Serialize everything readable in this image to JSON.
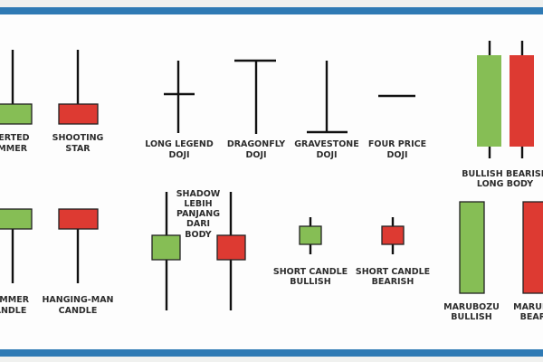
{
  "colors": {
    "bullish": "#86be55",
    "bearish": "#dd3a32",
    "frame_bar": "#2f7ab4",
    "wick": "#111111",
    "background": "#fdfdfd"
  },
  "patterns": {
    "inverted_hammer": {
      "line1": "INVERTED",
      "line2": "HAMMER"
    },
    "shooting_star": {
      "line1": "SHOOTING",
      "line2": "STAR"
    },
    "long_legend_doji": {
      "line1": "LONG LEGEND",
      "line2": "DOJI"
    },
    "dragonfly_doji": {
      "line1": "DRAGONFLY",
      "line2": "DOJI"
    },
    "gravestone_doji": {
      "line1": "GRAVESTONE",
      "line2": "DOJI"
    },
    "four_price_doji": {
      "line1": "FOUR PRICE",
      "line2": "DOJI"
    },
    "long_body": {
      "line1": "BULLISH BEARISH",
      "line2": "LONG BODY"
    },
    "hammer": {
      "line1": "HAMMER",
      "line2": "CANDLE"
    },
    "hanging_man": {
      "line1": "HANGING-MAN",
      "line2": "CANDLE"
    },
    "long_shadow": {
      "lines": [
        "SHADOW",
        "LEBIH",
        "PANJANG",
        "DARI",
        "BODY"
      ]
    },
    "short_bullish": {
      "line1": "SHORT CANDLE",
      "line2": "BULLISH"
    },
    "short_bearish": {
      "line1": "SHORT CANDLE",
      "line2": "BEARISH"
    },
    "marubozu_bullish": {
      "line1": "MARUBOZU",
      "line2": "BULLISH"
    },
    "marubozu_bearish": {
      "line1": "MARUBOZU",
      "line2": "BEARISH"
    }
  }
}
